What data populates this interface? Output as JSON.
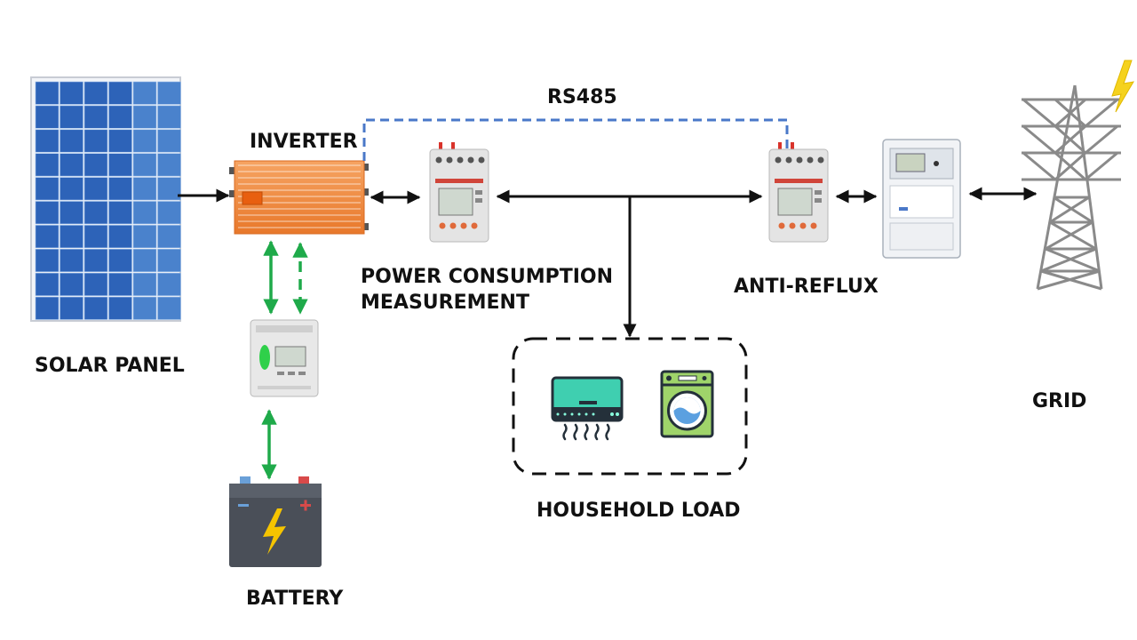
{
  "labels": {
    "solar_panel": "SOLAR PANEL",
    "inverter": "INVERTER",
    "rs485": "RS485",
    "power_consumption_line1": "POWER CONSUMPTION",
    "power_consumption_line2": "MEASUREMENT",
    "anti_reflux": "ANTI-REFLUX",
    "grid": "GRID",
    "household_load": "HOUSEHOLD LOAD",
    "battery": "BATTERY"
  },
  "colors": {
    "power_line": "#111111",
    "battery_link": "#1faa4a",
    "rs485_link": "#4a78c8",
    "solar_cell": "#2d63b8",
    "inverter_body": "#f08a3c",
    "meter_body": "#e6e6e6",
    "tower": "#8a8a8a",
    "lightning": "#f5d21e"
  },
  "icons": {
    "solar_panel": "solar-panel-icon",
    "inverter": "inverter-icon",
    "meter": "din-rail-meter-icon",
    "smart_meter": "smart-meter-icon",
    "tower": "transmission-tower-icon",
    "battery": "battery-icon",
    "air_conditioner": "air-conditioner-icon",
    "washing_machine": "washing-machine-icon"
  }
}
